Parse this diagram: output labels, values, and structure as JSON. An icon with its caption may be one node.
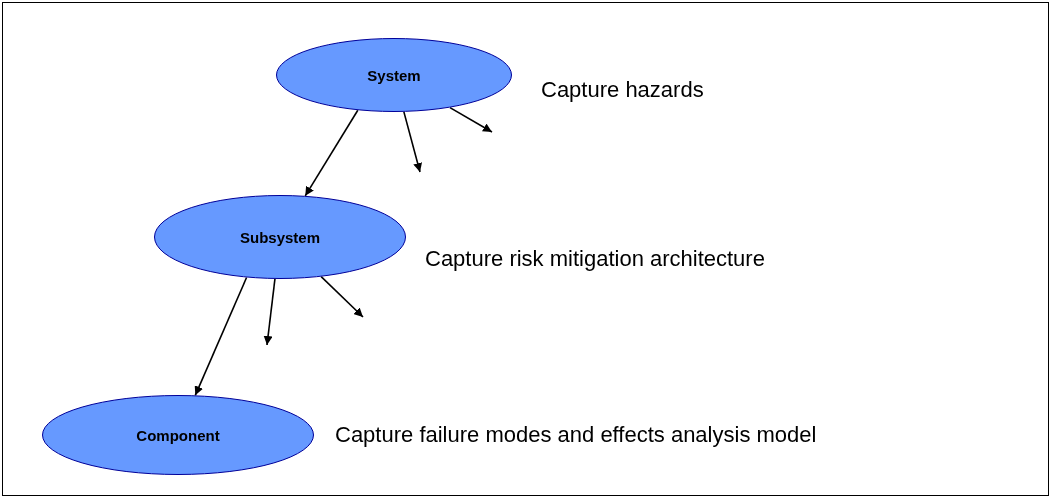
{
  "diagram": {
    "nodes": [
      {
        "text": [
          "System"
        ],
        "beside": [
          "Capture hazards"
        ]
      },
      {
        "text": [
          "Subsystem"
        ],
        "beside": [
          "Capture risk mitigation architecture"
        ]
      },
      {
        "text": [
          "Component"
        ],
        "beside": [
          "Capture failure modes and effects analysis model"
        ]
      }
    ],
    "edges": [
      {
        "from": 0,
        "to": 1,
        "arrow": "to"
      },
      {
        "from": 0,
        "to": null,
        "arrow": "to"
      },
      {
        "from": 0,
        "to": null,
        "arrow": "to"
      },
      {
        "from": 1,
        "to": 2,
        "arrow": "to"
      },
      {
        "from": 1,
        "to": null,
        "arrow": "to"
      },
      {
        "from": 1,
        "to": null,
        "arrow": "to"
      }
    ]
  }
}
